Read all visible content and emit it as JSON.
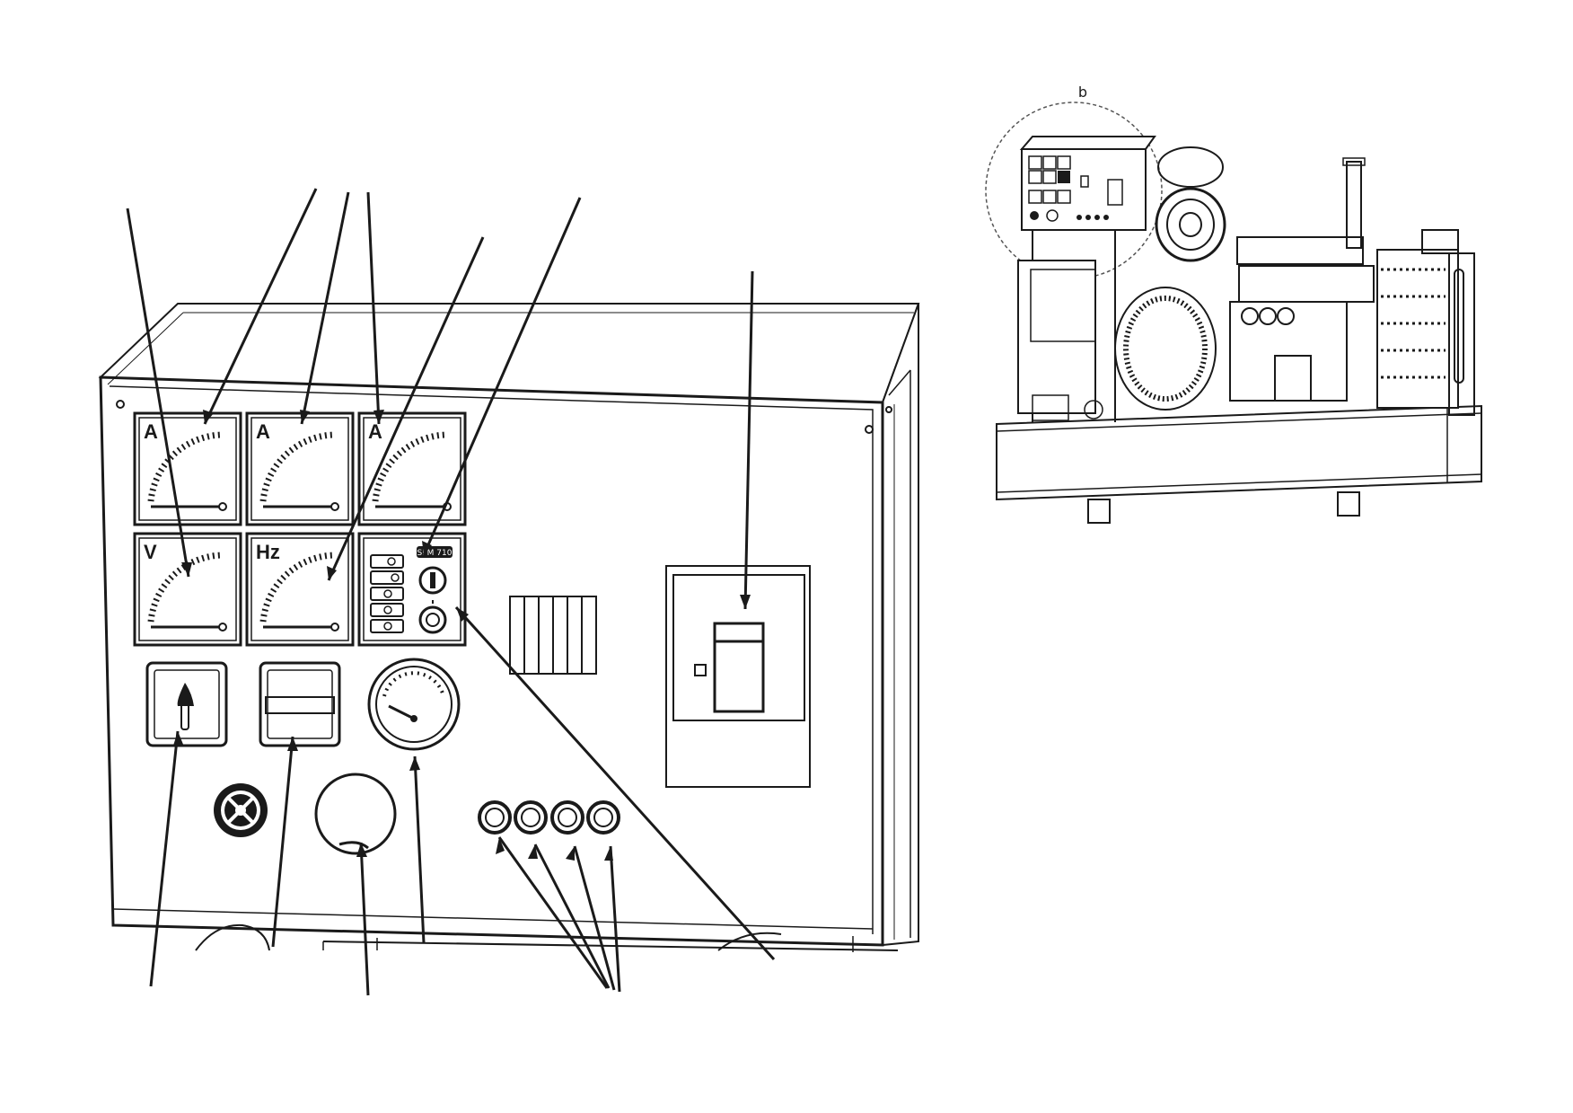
{
  "panel": {
    "meters": [
      {
        "unit_label": "A"
      },
      {
        "unit_label": "A"
      },
      {
        "unit_label": "A"
      },
      {
        "unit_label": "V"
      },
      {
        "unit_label": "Hz"
      }
    ],
    "control_module_badge": "SPM 710"
  },
  "generator_view": {
    "corner_mark": "b"
  }
}
